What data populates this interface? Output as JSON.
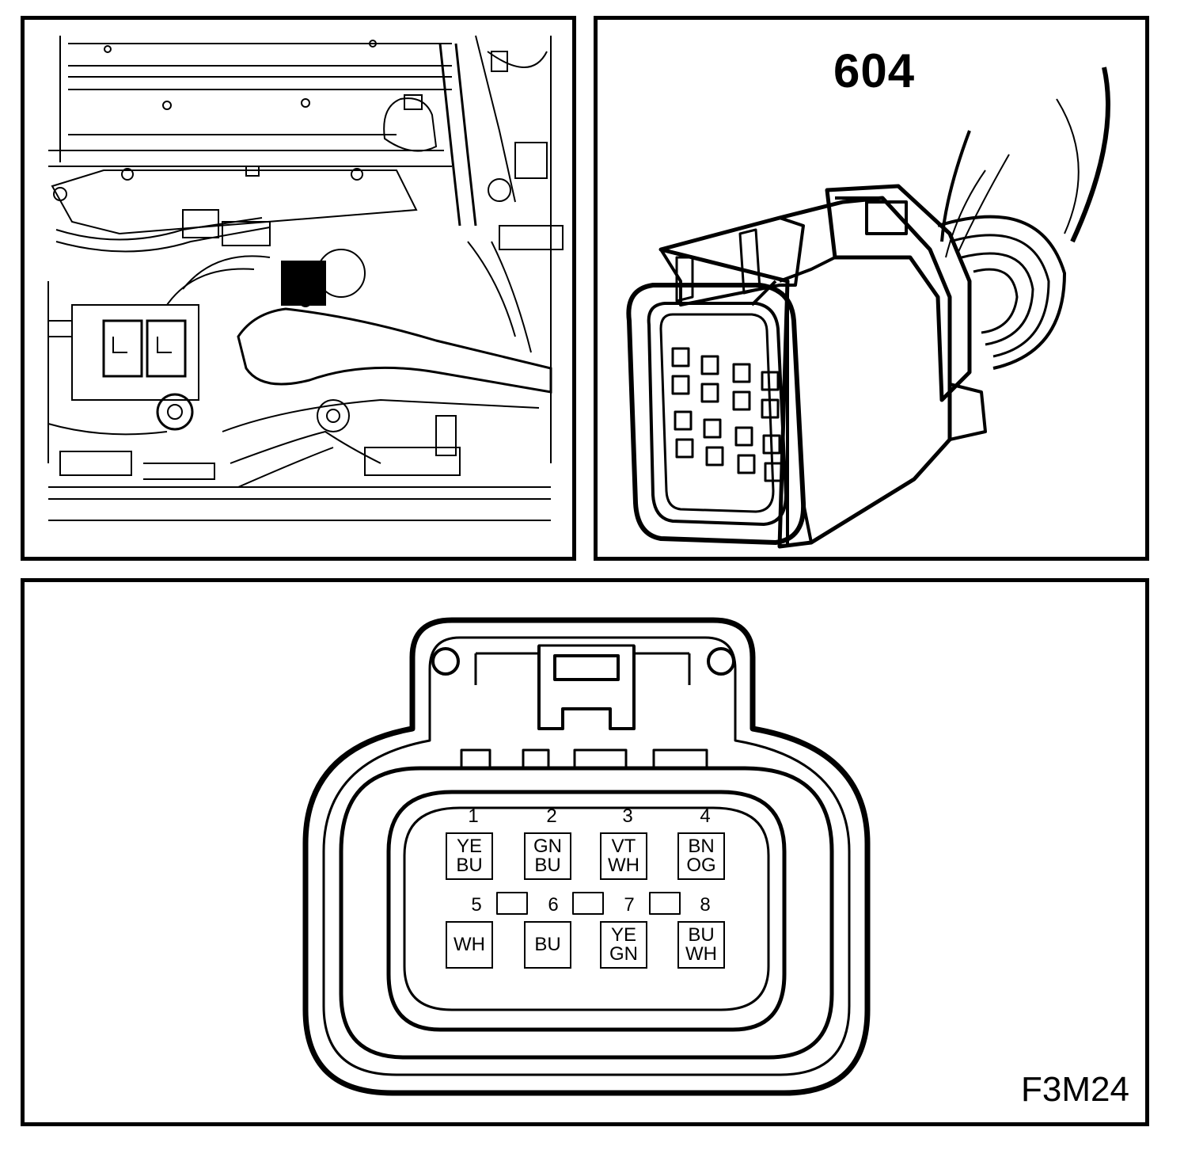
{
  "connector": {
    "number": "604"
  },
  "figure_code": "F3M24",
  "pins": [
    {
      "number": "1",
      "wire_top": "YE",
      "wire_bottom": "BU"
    },
    {
      "number": "2",
      "wire_top": "GN",
      "wire_bottom": "BU"
    },
    {
      "number": "3",
      "wire_top": "VT",
      "wire_bottom": "WH"
    },
    {
      "number": "4",
      "wire_top": "BN",
      "wire_bottom": "OG"
    },
    {
      "number": "5",
      "wire_top": "WH",
      "wire_bottom": ""
    },
    {
      "number": "6",
      "wire_top": "BU",
      "wire_bottom": ""
    },
    {
      "number": "7",
      "wire_top": "YE",
      "wire_bottom": "GN"
    },
    {
      "number": "8",
      "wire_top": "BU",
      "wire_bottom": "WH"
    }
  ]
}
